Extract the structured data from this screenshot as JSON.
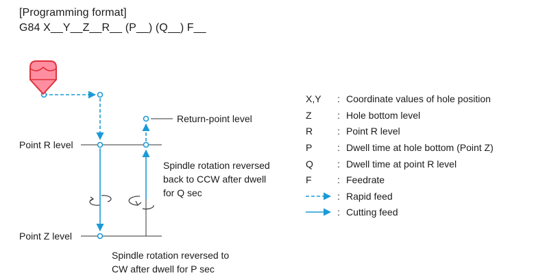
{
  "header": {
    "title": "[Programming format]",
    "code": "G84 X__Y__Z__R__ (P__) (Q__) F__"
  },
  "diagram": {
    "return_point_label": "Return-point level",
    "point_r_label": "Point R level",
    "point_z_label": "Point Z level",
    "note_q": [
      "Spindle rotation reversed",
      "back to CCW after dwell",
      "for Q sec"
    ],
    "note_p": [
      "Spindle rotation reversed to",
      "CW  after dwell for P sec"
    ]
  },
  "legend": {
    "items": [
      {
        "key": "X,Y",
        "sep": ":",
        "desc": "Coordinate values of hole position"
      },
      {
        "key": "Z",
        "sep": ":",
        "desc": "Hole bottom level"
      },
      {
        "key": "R",
        "sep": ":",
        "desc": "Point R level"
      },
      {
        "key": "P",
        "sep": ":",
        "desc": "Dwell time at hole bottom (Point Z)"
      },
      {
        "key": "Q",
        "sep": ":",
        "desc": "Dwell time at point R level"
      },
      {
        "key": "F",
        "sep": ":",
        "desc": "Feedrate"
      }
    ],
    "rapid_sep": ":",
    "rapid_label": "Rapid feed",
    "cutting_sep": ":",
    "cutting_label": "Cutting feed"
  },
  "colors": {
    "path": "#1a9ad6",
    "tool_fill": "#ff8fa0",
    "tool_stroke": "#e0303c",
    "line": "#333333"
  }
}
